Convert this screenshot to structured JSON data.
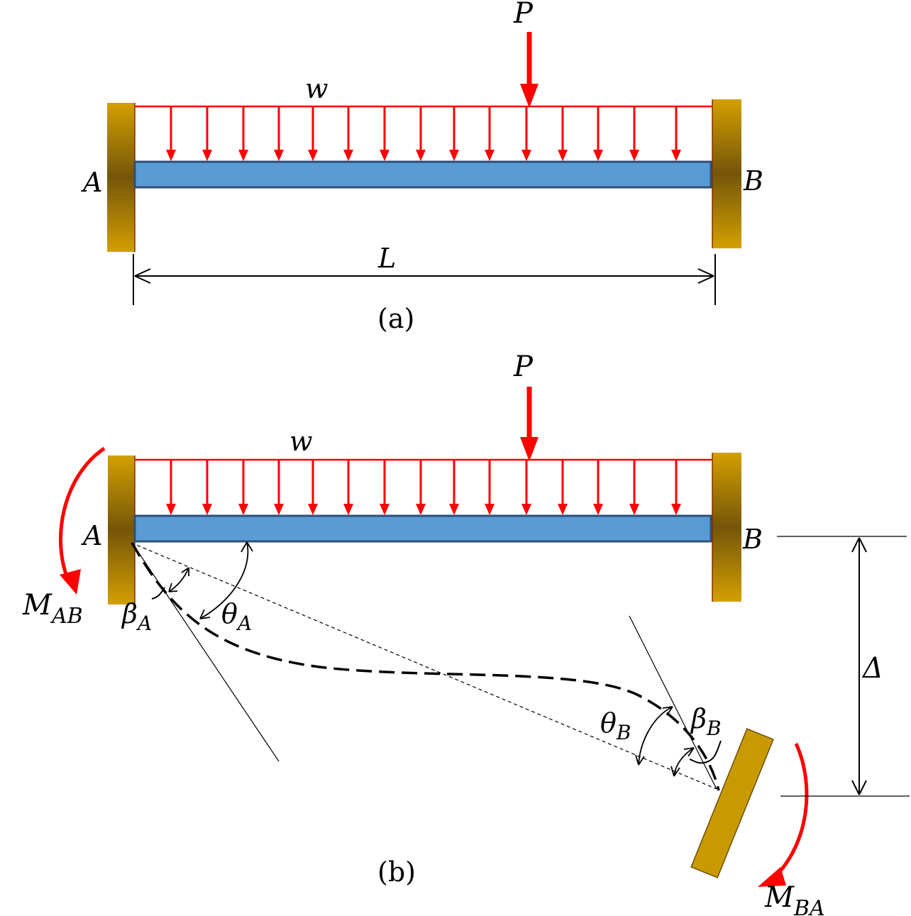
{
  "colors": {
    "beam_fill": "#5b9bd5",
    "beam_stroke": "#2e4f78",
    "load": "#ff0000",
    "wall_light": "#d4a000",
    "wall_dark": "#6b4e0a"
  },
  "diagram_a": {
    "P": "P",
    "w": "w",
    "A": "A",
    "B": "B",
    "L": "L",
    "caption": "(a)"
  },
  "diagram_b": {
    "P": "P",
    "w": "w",
    "A": "A",
    "B": "B",
    "M_AB": "M",
    "M_AB_sub": "AB",
    "M_BA": "M",
    "M_BA_sub": "BA",
    "beta_A": "β",
    "beta_A_sub": "A",
    "theta_A": "θ",
    "theta_A_sub": "A",
    "theta_B": "θ",
    "theta_B_sub": "B",
    "beta_B": "β",
    "beta_B_sub": "B",
    "delta": "Δ",
    "caption": "(b)"
  }
}
